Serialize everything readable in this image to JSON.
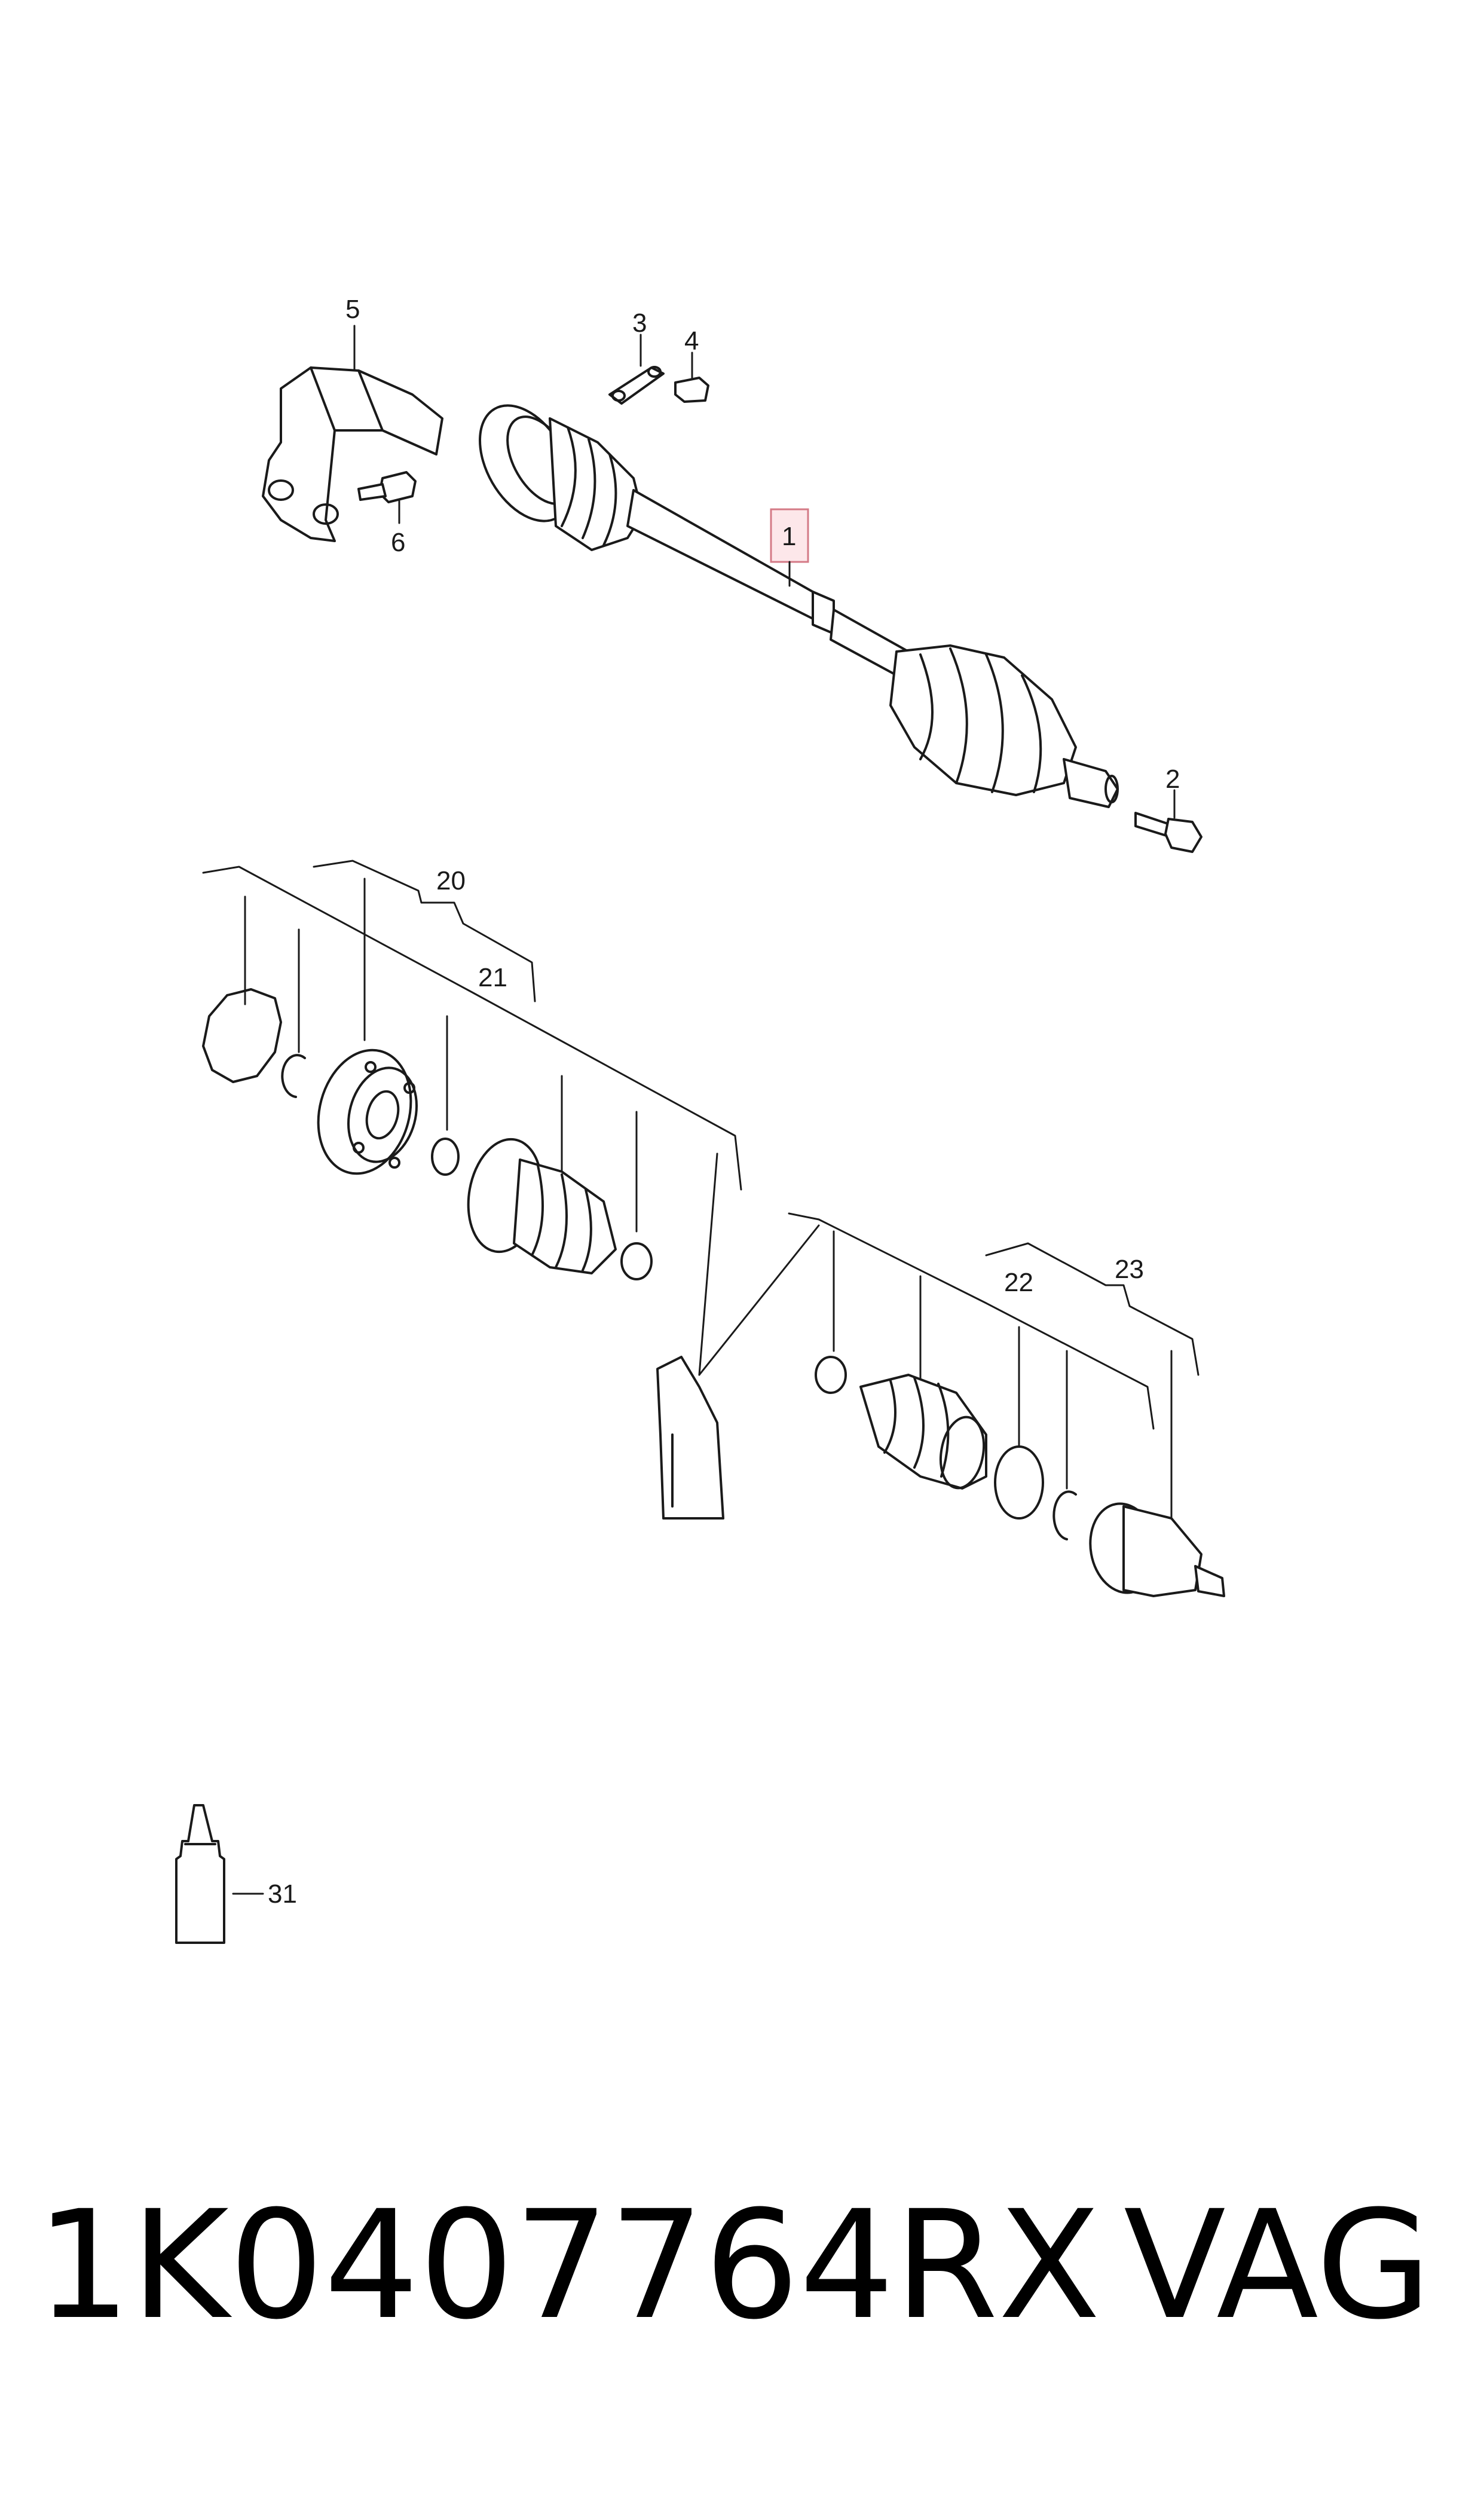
{
  "callouts": {
    "c1": "1",
    "c2": "2",
    "c3": "3",
    "c4": "4",
    "c5": "5",
    "c6": "6",
    "c20": "20",
    "c21": "21",
    "c22": "22",
    "c23": "23",
    "c31": "31"
  },
  "highlighted_callout": "1",
  "colors": {
    "highlight_fill": "#fde7ea",
    "highlight_stroke": "#d47a86",
    "line": "#1a1a1a"
  },
  "footer": {
    "part_number": "1K0407764RX",
    "brand": "VAG"
  }
}
